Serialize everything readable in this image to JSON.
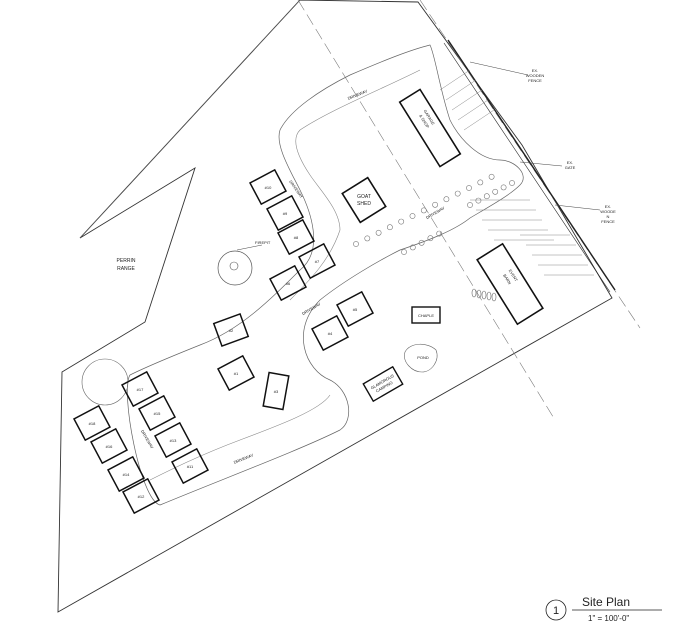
{
  "sheet": {
    "view_number": "1",
    "title": "Site Plan",
    "scale": "1\" = 100'-0\""
  },
  "callouts": {
    "ex_wooden_fence_top": [
      "EX.",
      "WOODEN",
      "FENCE"
    ],
    "ex_gate": [
      "EX.",
      "GATE"
    ],
    "ex_wooden_fence_right": [
      "EX.",
      "WOODE",
      "N",
      "FENCE"
    ]
  },
  "labels": {
    "perrin_range": [
      "PERRIN",
      "RANGE"
    ],
    "firepit": "FIREPIT",
    "goat_shed": [
      "GOAT",
      "SHED"
    ],
    "garage_shop": [
      "GARAGE",
      "& SHOP"
    ],
    "event_barn": [
      "EVENT",
      "BARN"
    ],
    "chapel": "CHAPLE",
    "pond": "POND",
    "glamping": [
      "GLAMOROUS",
      "CAMPING"
    ],
    "driveway": "DRIVEWAY"
  },
  "cabins": [
    {
      "id": "c1",
      "label": "#1"
    },
    {
      "id": "c2",
      "label": "#2"
    },
    {
      "id": "c3",
      "label": "#3"
    },
    {
      "id": "c4",
      "label": "#4"
    },
    {
      "id": "c5",
      "label": "#5"
    },
    {
      "id": "c6",
      "label": "#6"
    },
    {
      "id": "c7",
      "label": "#7"
    },
    {
      "id": "c8",
      "label": "#8"
    },
    {
      "id": "c9",
      "label": "#9"
    },
    {
      "id": "c10",
      "label": "#10"
    },
    {
      "id": "c11",
      "label": "#11"
    },
    {
      "id": "c12",
      "label": "#12"
    },
    {
      "id": "c13",
      "label": "#13"
    },
    {
      "id": "c14",
      "label": "#14"
    },
    {
      "id": "c15",
      "label": "#15"
    },
    {
      "id": "c16",
      "label": "#16"
    },
    {
      "id": "c17",
      "label": "#17"
    },
    {
      "id": "c18",
      "label": "#18"
    }
  ]
}
